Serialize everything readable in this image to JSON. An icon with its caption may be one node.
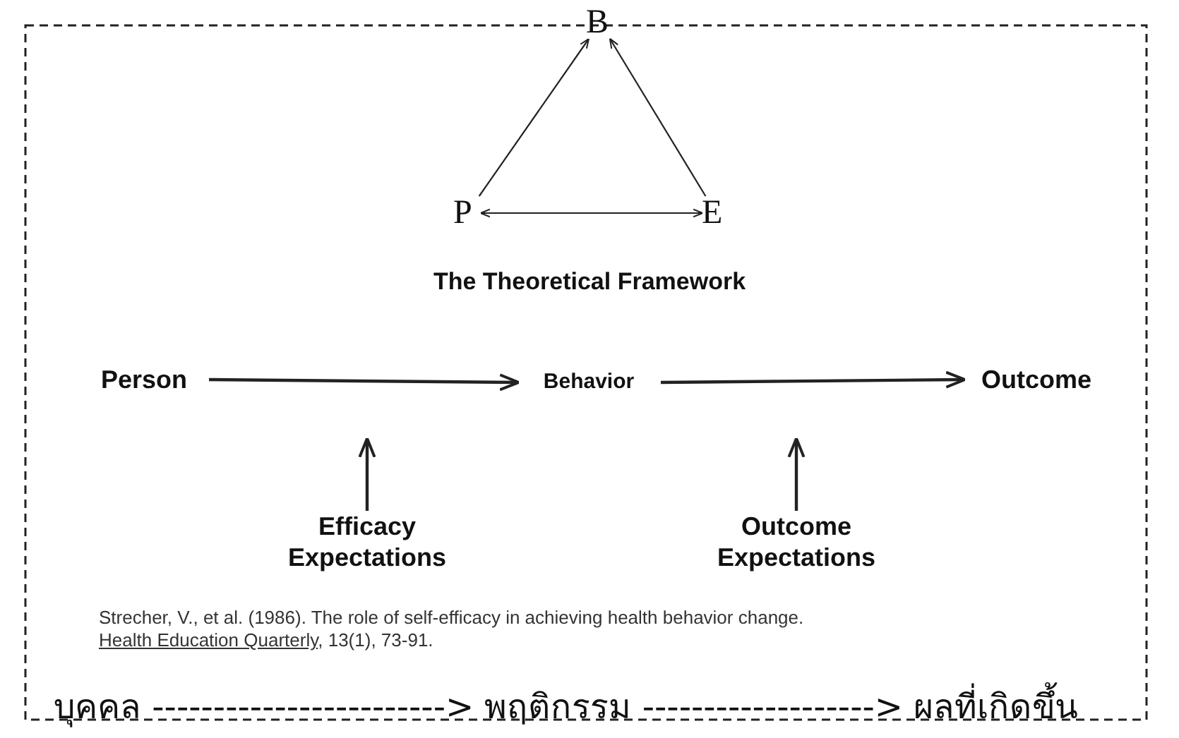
{
  "diagram": {
    "title": "The Theoretical Framework",
    "nodes": [
      {
        "text": [
          "B"
        ]
      },
      {
        "text": [
          "P"
        ]
      },
      {
        "text": [
          "E"
        ]
      },
      {
        "text": [
          "Person"
        ]
      },
      {
        "text": [
          "Behavior"
        ]
      },
      {
        "text": [
          "Outcome"
        ]
      },
      {
        "text": [
          "Efficacy Expectations"
        ]
      },
      {
        "text": [
          "Outcome Expectations"
        ]
      }
    ],
    "edges": [
      {
        "from": 1,
        "to": 0,
        "arrow": "to"
      },
      {
        "from": 2,
        "to": 0,
        "arrow": "to"
      },
      {
        "from": 1,
        "to": 2,
        "arrow": "both"
      },
      {
        "from": 3,
        "to": 4,
        "arrow": "to"
      },
      {
        "from": 4,
        "to": 5,
        "arrow": "to"
      },
      {
        "from": 6,
        "to": null,
        "arrow": "to"
      },
      {
        "from": 7,
        "to": null,
        "arrow": "to"
      }
    ],
    "labels": [
      "Strecher, V., et al.  (1986).  The role of self-efficacy in achieving health behavior change.",
      "Health Education Quarterly",
      ", 13(1), 73-91.",
      "บุคคล ------------------------> พฤติกรรม -------------------> ผลที่เกิดขึ้น"
    ]
  }
}
